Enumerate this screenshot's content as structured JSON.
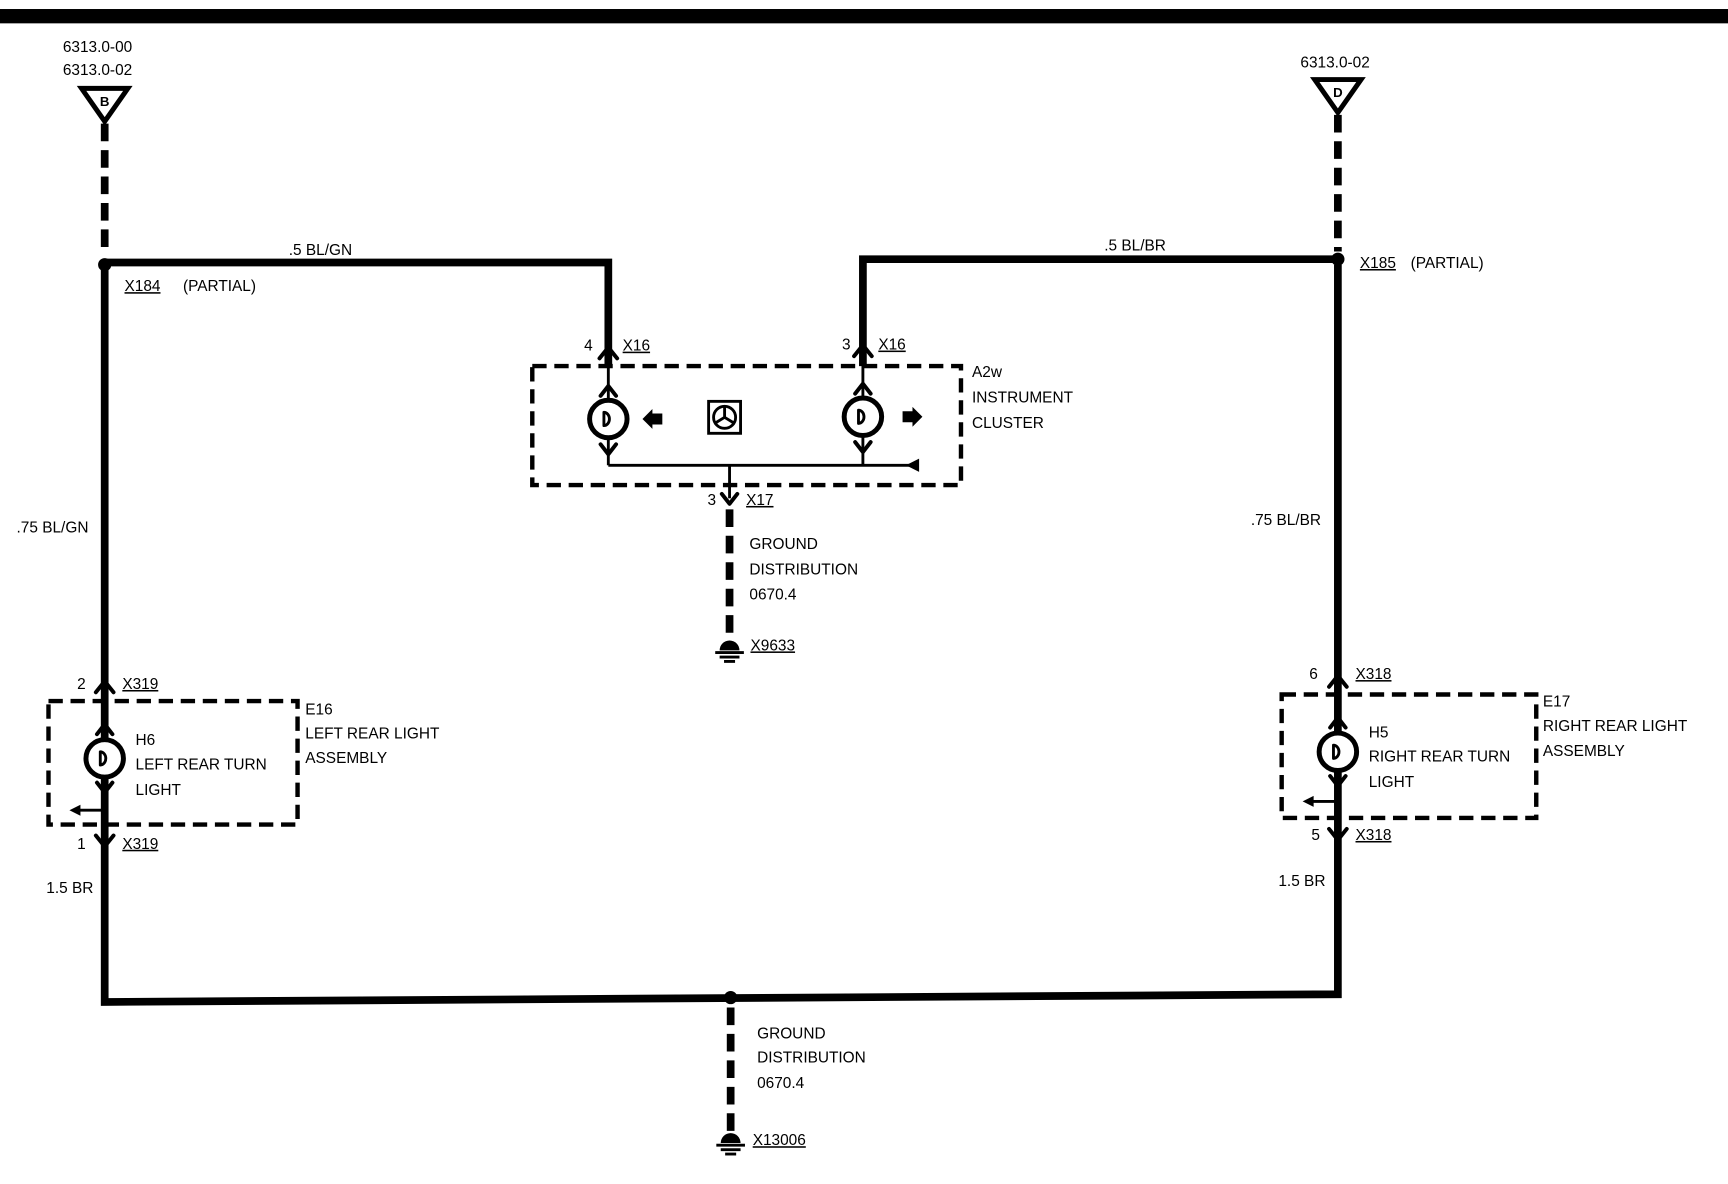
{
  "source_refs": {
    "left_lines": [
      "6313.0-00",
      "6313.0-02"
    ],
    "left_marker": "B",
    "right_lines": [
      "6313.0-02"
    ],
    "right_marker": "D"
  },
  "wire_labels": {
    "top_left": ".5 BL/GN",
    "top_right": ".5 BL/BR",
    "left_riser": ".75 BL/GN",
    "right_riser": ".75 BL/BR",
    "bottom_left": "1.5 BR",
    "bottom_right": "1.5 BR"
  },
  "splices": {
    "left": {
      "id": "X184",
      "note": "(PARTIAL)"
    },
    "right": {
      "id": "X185",
      "note": "(PARTIAL)"
    }
  },
  "instrument_cluster": {
    "id": "A2w",
    "name_lines": [
      "INSTRUMENT",
      "CLUSTER"
    ],
    "left_input": {
      "pin": "4",
      "connector": "X16"
    },
    "right_input": {
      "pin": "3",
      "connector": "X16"
    },
    "ground_output": {
      "pin": "3",
      "connector": "X17"
    },
    "icons": [
      "left-arrow-icon",
      "center-symbol-icon",
      "right-arrow-icon"
    ]
  },
  "cluster_ground": {
    "lines": [
      "GROUND",
      "DISTRIBUTION",
      "0670.4"
    ],
    "ground_point": "X9633"
  },
  "left_rear_light": {
    "id": "E16",
    "name_lines": [
      "LEFT REAR LIGHT",
      "ASSEMBLY"
    ],
    "lamp": {
      "id": "H6",
      "name_lines": [
        "LEFT REAR TURN",
        "LIGHT"
      ]
    },
    "input": {
      "pin": "2",
      "connector": "X319"
    },
    "output": {
      "pin": "1",
      "connector": "X319"
    }
  },
  "right_rear_light": {
    "id": "E17",
    "name_lines": [
      "RIGHT REAR LIGHT",
      "ASSEMBLY"
    ],
    "lamp": {
      "id": "H5",
      "name_lines": [
        "RIGHT REAR TURN",
        "LIGHT"
      ]
    },
    "input": {
      "pin": "6",
      "connector": "X318"
    },
    "output": {
      "pin": "5",
      "connector": "X318"
    }
  },
  "rear_ground": {
    "lines": [
      "GROUND",
      "DISTRIBUTION",
      "0670.4"
    ],
    "ground_point": "X13006"
  }
}
